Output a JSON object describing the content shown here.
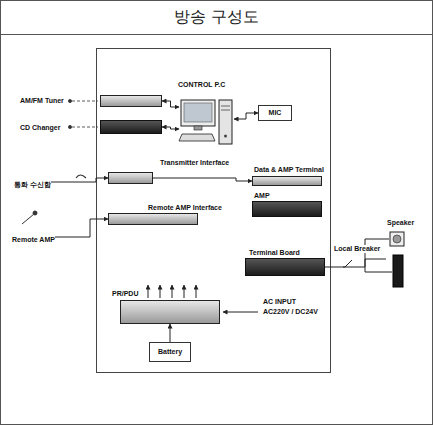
{
  "diagram": {
    "title": "방송 구성도",
    "nodes": [
      {
        "text": [
          "AM/FM Tuner"
        ]
      },
      {
        "text": [
          "CD Changer"
        ]
      },
      {
        "text": [
          "CONTROL P.C"
        ]
      },
      {
        "text": [
          "MIC"
        ]
      },
      {
        "text": [
          "통화 수신함"
        ]
      },
      {
        "text": [
          "Transmitter Interface"
        ]
      },
      {
        "text": [
          "Data & AMP Terminal"
        ]
      },
      {
        "text": [
          "AMP"
        ]
      },
      {
        "text": [
          "Remote AMP Interface"
        ]
      },
      {
        "text": [
          "Remote AMP"
        ]
      },
      {
        "text": [
          "Terminal Board"
        ]
      },
      {
        "text": [
          "Speaker"
        ]
      },
      {
        "text": [
          "PR/PDU"
        ]
      },
      {
        "text": [
          "Battery"
        ]
      }
    ],
    "edges": [
      {
        "from": 0,
        "to": 2,
        "arrow": "both"
      },
      {
        "from": 1,
        "to": 2,
        "arrow": "both"
      },
      {
        "from": 2,
        "to": 3,
        "arrow": "both"
      },
      {
        "from": 4,
        "to": 5,
        "arrow": "to"
      },
      {
        "from": 9,
        "to": 8,
        "arrow": "to"
      },
      {
        "from": 5,
        "to": 6,
        "arrow": "to"
      },
      {
        "from": 10,
        "to": 11,
        "arrow": "none"
      },
      {
        "from": 13,
        "to": 12,
        "arrow": "to"
      }
    ],
    "labels": [
      "Local Breaker",
      "AC INPUT",
      "AC220V / DC24V"
    ]
  }
}
